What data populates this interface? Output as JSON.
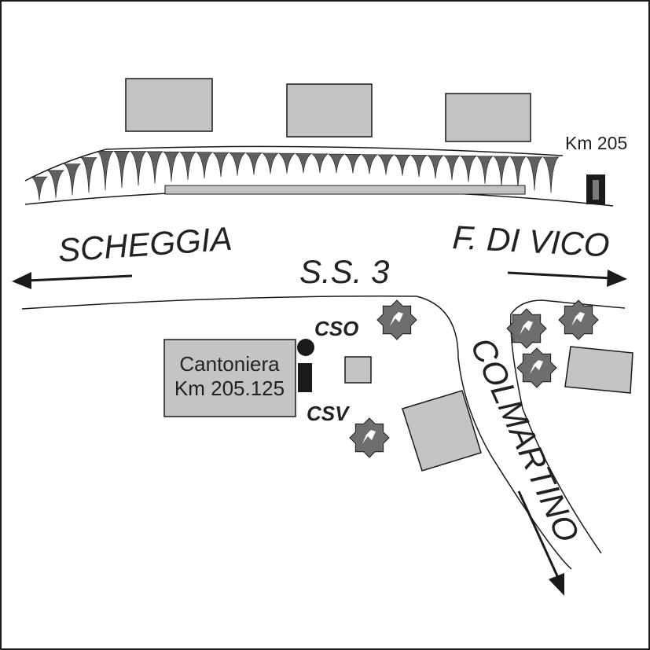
{
  "colors": {
    "ink": "#1a1a1a",
    "building_fill": "#c4c4c4",
    "tree_fill": "#6e6e6e",
    "embankment_fill": "#5f5f5f",
    "background": "#ffffff"
  },
  "labels": {
    "scheggia": "SCHEGGIA",
    "fdivico": "F. DI VICO",
    "ss3": "S.S. 3",
    "colmartino": "COLMARTINO",
    "km205": "Km 205",
    "cantoniera_line1": "Cantoniera",
    "cantoniera_line2": "Km 205.125",
    "cso": "CSO",
    "csv": "CSV"
  },
  "icons": {
    "station_marker": "circle-and-bar",
    "tree": "tree-canopy-icon",
    "km_marker": "milestone-post"
  }
}
